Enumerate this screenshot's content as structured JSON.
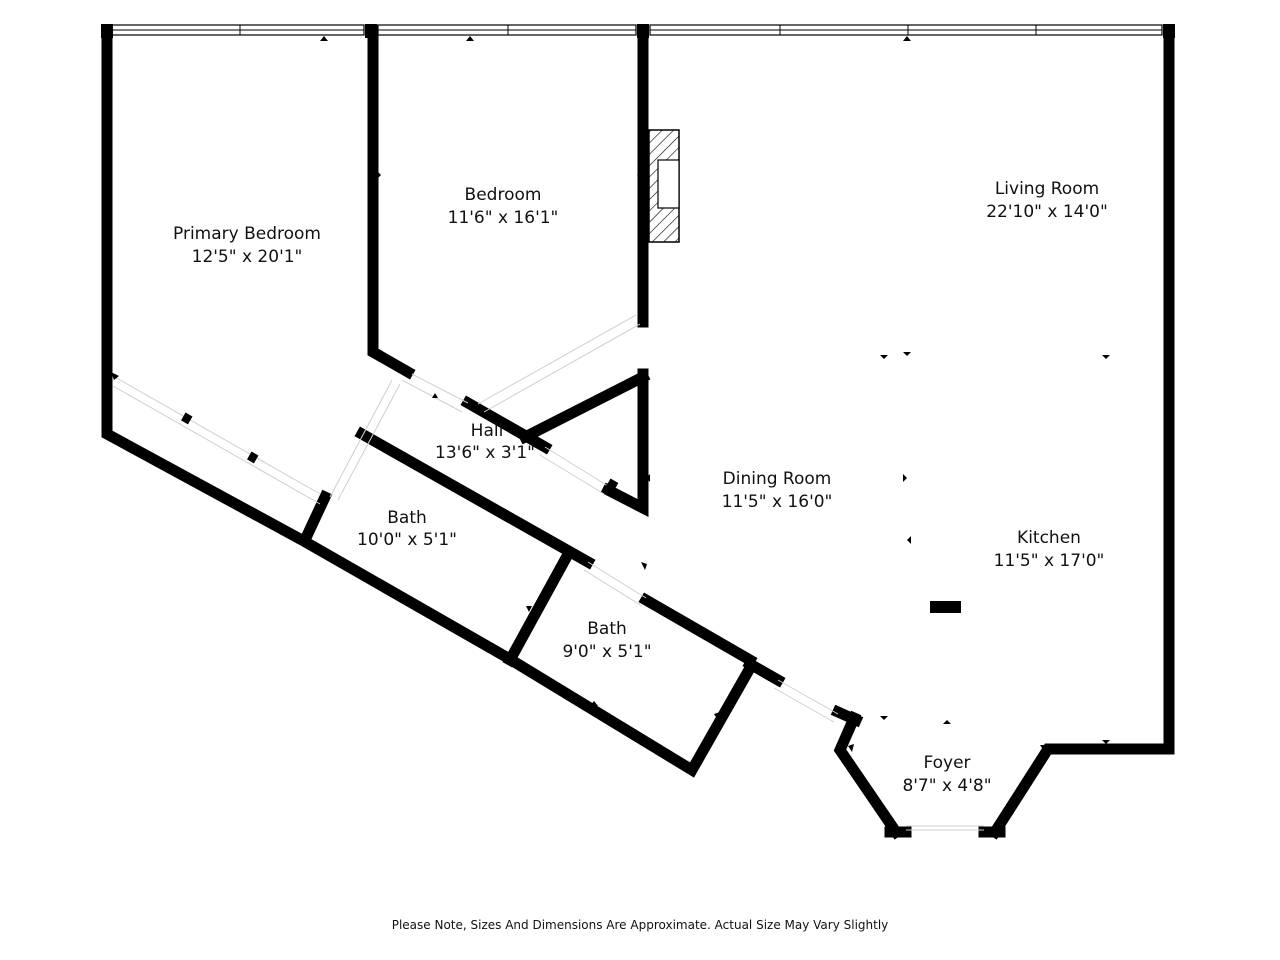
{
  "rooms": {
    "primary_bedroom": {
      "label": "Primary Bedroom",
      "dims": "12'5\" x 20'1\""
    },
    "bedroom": {
      "label": "Bedroom",
      "dims": "11'6\" x 16'1\""
    },
    "living_room": {
      "label": "Living Room",
      "dims": "22'10\" x 14'0\""
    },
    "hall": {
      "label": "Hall",
      "dims": "13'6\" x 3'1\""
    },
    "dining_room": {
      "label": "Dining Room",
      "dims": "11'5\" x 16'0\""
    },
    "kitchen": {
      "label": "Kitchen",
      "dims": "11'5\" x 17'0\""
    },
    "bath_1": {
      "label": "Bath",
      "dims": "10'0\" x 5'1\""
    },
    "bath_2": {
      "label": "Bath",
      "dims": "9'0\" x 5'1\""
    },
    "foyer": {
      "label": "Foyer",
      "dims": "8'7\" x 4'8\""
    }
  },
  "footer": {
    "note": "Please Note, Sizes And Dimensions Are Approximate. Actual Size May Vary Slightly"
  },
  "colors": {
    "wall": "#000000",
    "background": "#ffffff",
    "opening": "#cfcfcf"
  }
}
